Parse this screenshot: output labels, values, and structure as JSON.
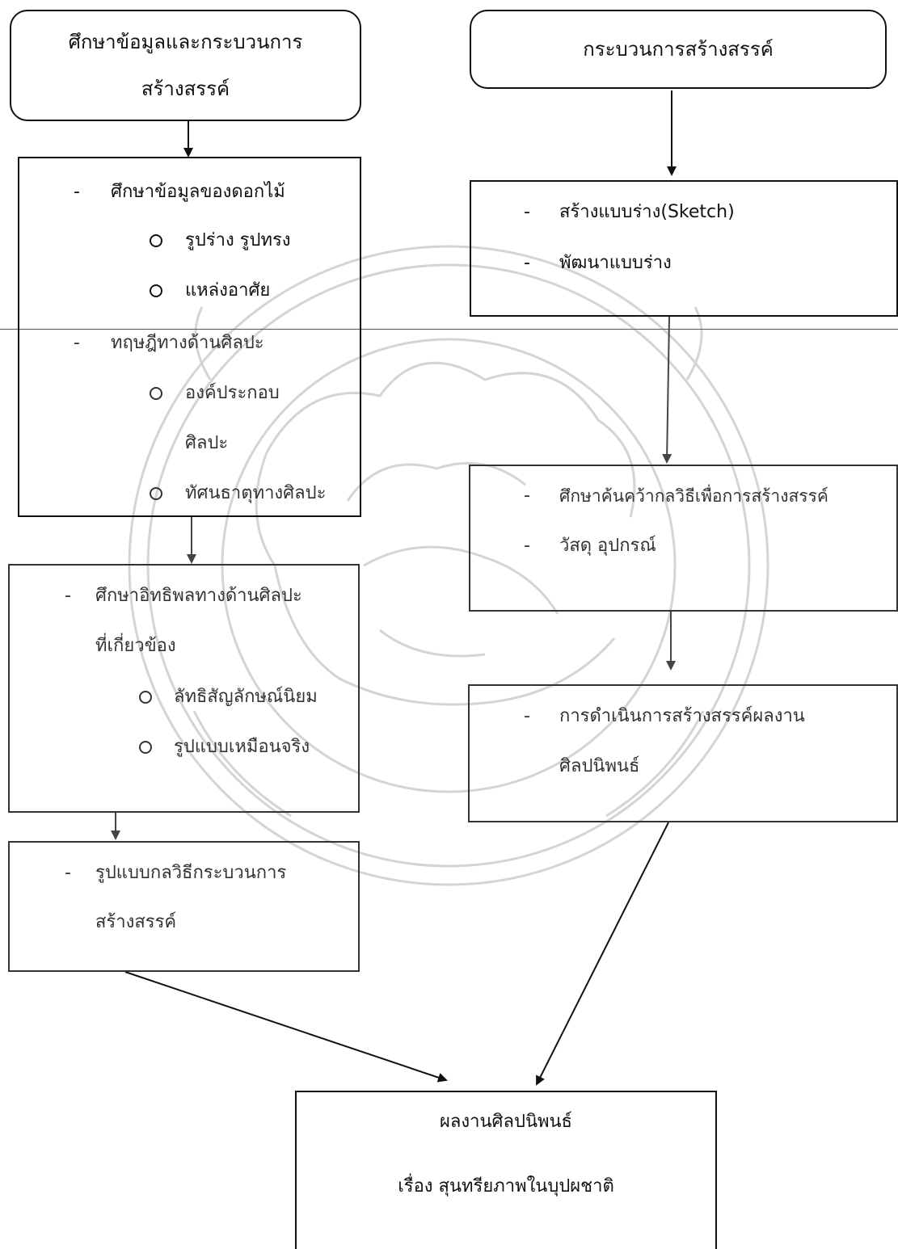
{
  "left_header": {
    "line1": "ศึกษาข้อมูลและกระบวนการ",
    "line2": "สร้างสรรค์"
  },
  "right_header": {
    "text": "กระบวนการสร้างสรรค์"
  },
  "box_left_1": {
    "item1": "ศึกษาข้อมูลของดอกไม้",
    "sub1": "รูปร่าง รูปทรง",
    "sub2": "แหล่งอาศัย",
    "item2": "ทฤษฎีทางด้านศิลปะ",
    "sub3_line1": "องค์ประกอบ",
    "sub3_line2": "ศิลปะ",
    "sub4": "ทัศนธาตุทางศิลปะ"
  },
  "box_left_2": {
    "item1_line1": "ศึกษาอิทธิพลทางด้านศิลปะ",
    "item1_line2": "ที่เกี่ยวข้อง",
    "sub1": "ลัทธิสัญลักษณ์นิยม",
    "sub2": "รูปแบบเหมือนจริง"
  },
  "box_left_3": {
    "item1_line1": "รูปแบบกลวิธีกระบวนการ",
    "item1_line2": "สร้างสรรค์"
  },
  "box_right_1": {
    "item1": "สร้างแบบร่าง(Sketch)",
    "item2": "พัฒนาแบบร่าง"
  },
  "box_right_2": {
    "item1": "ศึกษาค้นคว้ากลวิธีเพื่อการสร้างสรรค์",
    "item2": "วัสดุ อุปกรณ์"
  },
  "box_right_3": {
    "item1_line1": "การดำเนินการสร้างสรรค์ผลงาน",
    "item1_line2": "ศิลปนิพนธ์"
  },
  "final_box": {
    "line1": "ผลงานศิลปนิพนธ์",
    "line2": "เรื่อง  สุนทรียภาพในบุปผชาติ"
  },
  "bullet_dash": "-"
}
